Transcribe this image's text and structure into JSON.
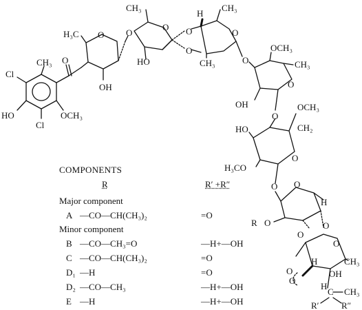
{
  "structure_labels": {
    "top_ch3_a": "CH₃",
    "top_ch3_b": "CH₃",
    "h_top": "H",
    "h3c_left": "H₃C",
    "o_link_1": "O",
    "o_ring_1": "O",
    "o_ring_2": "O",
    "o_ester": "O",
    "oh_1": "OH",
    "ho_2": "HO",
    "o_orth_1": "O",
    "o_orth_2": "O",
    "ch3_mid": "CH₃",
    "o_ring_3": "O",
    "o_link_2": "O",
    "och3_1": "OCH₃",
    "ch3_r3": "CH₃",
    "o_ring_4": "O",
    "oh_3": "OH",
    "cl_1": "Cl",
    "ch3_ar": "CH₃",
    "ho_ar": "HO",
    "och3_ar": "OCH₃",
    "cl_2": "Cl",
    "o_link_3": "O",
    "och3_2": "OCH₃",
    "ch2": "CH₂",
    "ho_4": "HO",
    "o_ring_5": "O",
    "h3co": "H₃CO",
    "o_link_4": "O",
    "o_ring_6": "O",
    "h_5": "H",
    "r_o": "R",
    "o_r": "O",
    "o_orth_3": "O",
    "o_orth_4": "O",
    "o_ring_7": "O",
    "h_6": "H",
    "ch3_6": "CH₃",
    "oh_6": "OH",
    "o_methylene": "O",
    "o_methylene_2": "O",
    "h_7": "H",
    "c_7": "C",
    "ch3_7": "CH₃",
    "r_prime": "R′",
    "r_dprime": "R″"
  },
  "table": {
    "title": "COMPONENTS",
    "col_r": "R",
    "col_rr": "R′ +R″",
    "major": "Major component",
    "minor": "Minor component",
    "rows": [
      {
        "label": "A",
        "r": "—CO—CH(CH₃)₂",
        "rr": "=O"
      },
      {
        "label": "B",
        "r": "—CO—CH₃=O",
        "rr": "—H+—OH"
      },
      {
        "label": "C",
        "r": "—CO—CH(CH₃)₂",
        "rr": "=O"
      },
      {
        "label": "D₁",
        "r": "—H",
        "rr": "=O"
      },
      {
        "label": "D₂",
        "r": "—CO—CH₃",
        "rr": "—H+—OH"
      },
      {
        "label": "E",
        "r": "—H",
        "rr": "—H+—OH"
      }
    ]
  }
}
